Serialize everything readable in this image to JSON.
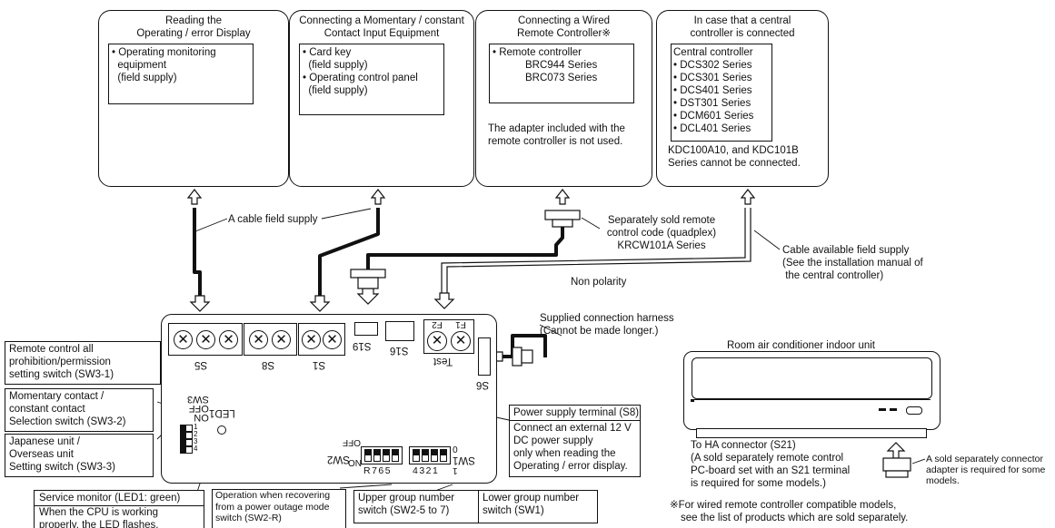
{
  "top_label": "",
  "panels": {
    "reading": {
      "title_l1": "Reading the",
      "title_l2": "Operating / error Display",
      "items": [
        "• Operating monitoring",
        "  equipment",
        "  (field supply)"
      ]
    },
    "momentary": {
      "title_l1": "Connecting a Momentary / constant",
      "title_l2": "Contact Input Equipment",
      "items": [
        "• Card key",
        "  (field supply)",
        "• Operating control panel",
        "  (field supply)"
      ]
    },
    "wired": {
      "title_l1": "Connecting a Wired",
      "title_l2": "Remote Controller※",
      "items": [
        "• Remote controller",
        "BRC944 Series",
        "BRC073 Series"
      ],
      "note_l1": "The adapter included with the",
      "note_l2": "remote controller is not used."
    },
    "central": {
      "title_l1": "In case that a central",
      "title_l2": "controller is connected",
      "items": [
        "Central controller",
        "• DCS302 Series",
        "• DCS301 Series",
        "• DCS401 Series",
        "• DST301 Series",
        "• DCM601 Series",
        "• DCL401 Series"
      ],
      "note_l1": "KDC100A10, and KDC101B",
      "note_l2": "Series cannot be connected."
    }
  },
  "labels": {
    "cable_field": "A cable field supply",
    "sep_sold_l1": "Separately sold remote",
    "sep_sold_l2": "control code (quadplex)",
    "sep_sold_l3": "KRCW101A Series",
    "cable_avail_l1": "Cable available field supply",
    "cable_avail_l2": "(See the installation manual of",
    "cable_avail_l3": " the central controller)",
    "non_polarity": "Non polarity",
    "harness_l1": "Supplied connection harness",
    "harness_l2": "(Cannot be made longer.)",
    "room_ac": "Room air conditioner indoor unit",
    "ha_l1": "To HA connector (S21)",
    "ha_l2": "(A sold separately remote control",
    "ha_l3": "PC-board set with an S21 terminal",
    "ha_l4": "is required for some models.)",
    "adapter_l1": "A sold separately connector",
    "adapter_l2": "adapter is required for some",
    "adapter_l3": "models.",
    "footnote_l1": "※For wired remote controller compatible models,",
    "footnote_l2": "see the list of products which are sold separately."
  },
  "board": {
    "terminals": [
      "S5",
      "S8",
      "S1"
    ],
    "s19": "S19",
    "s16": "S16",
    "test": "Test",
    "f2": "F2",
    "f1": "F1",
    "s6": "S6",
    "sw3": "SW3",
    "off": "OFF",
    "on": "ON",
    "led1": "LED1",
    "sw3_nums": "1234",
    "sw2": "SW2",
    "sw2_off": "OFF",
    "sw2_on": "ON",
    "sw2_nums": "R765",
    "sw1": "SW1",
    "sw1_0": "0",
    "sw1_1": "1",
    "sw1_nums": "4321"
  },
  "callouts": {
    "remote_all": [
      "Remote control all",
      "prohibition/permission",
      "setting switch (SW3-1)"
    ],
    "momentary": [
      "Momentary contact /",
      "constant contact",
      "Selection switch (SW3-2)"
    ],
    "japanese": [
      "Japanese unit /",
      "Overseas unit",
      "Setting switch (SW3-3)"
    ],
    "service_title": "Service monitor (LED1: green)",
    "service_body": [
      "When the CPU is working",
      "properly, the LED flashes."
    ],
    "power_title": "Power supply terminal (S8)",
    "power_body": [
      "Connect an external 12 V",
      "DC power supply",
      "only when reading the",
      "Operating / error display."
    ],
    "recover": [
      "Operation when recovering",
      "from a power outage mode",
      "switch (SW2-R)"
    ],
    "upper": [
      "Upper group number",
      "switch (SW2-5 to 7)"
    ],
    "lower": [
      "Lower group number",
      "switch (SW1)"
    ]
  }
}
